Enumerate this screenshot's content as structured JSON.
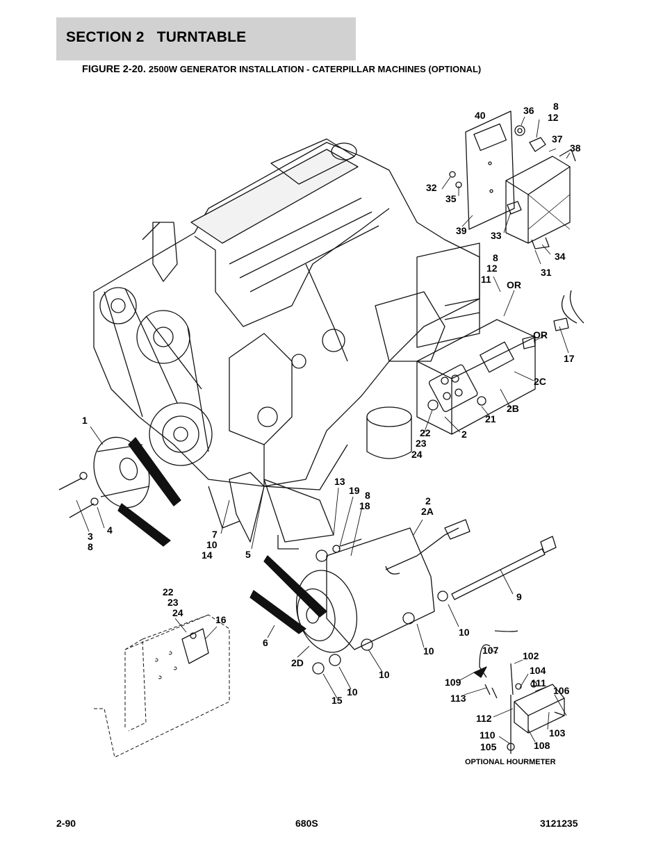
{
  "header": {
    "section": "SECTION 2   TURNTABLE",
    "figure_prefix": "FIGURE 2-20.",
    "figure_title": "2500W GENERATOR INSTALLATION - CATERPILLAR MACHINES (OPTIONAL)"
  },
  "callouts": [
    "40",
    "36",
    "8",
    "12",
    "37",
    "38",
    "32",
    "35",
    "39",
    "33",
    "34",
    "31",
    "8",
    "12",
    "11",
    "OR",
    "OR",
    "17",
    "2C",
    "2B",
    "21",
    "2",
    "22",
    "23",
    "24",
    "1",
    "3",
    "8",
    "4",
    "7",
    "10",
    "14",
    "5",
    "13",
    "19",
    "8",
    "18",
    "2",
    "2A",
    "9",
    "22",
    "23",
    "24",
    "16",
    "6",
    "2D",
    "10",
    "10",
    "10",
    "15",
    "10",
    "107",
    "102",
    "104",
    "111",
    "106",
    "109",
    "113",
    "112",
    "103",
    "110",
    "105",
    "108",
    "OPTIONAL HOURMETER"
  ],
  "footer": {
    "page": "2-90",
    "model": "680S",
    "doc": "3121235"
  }
}
